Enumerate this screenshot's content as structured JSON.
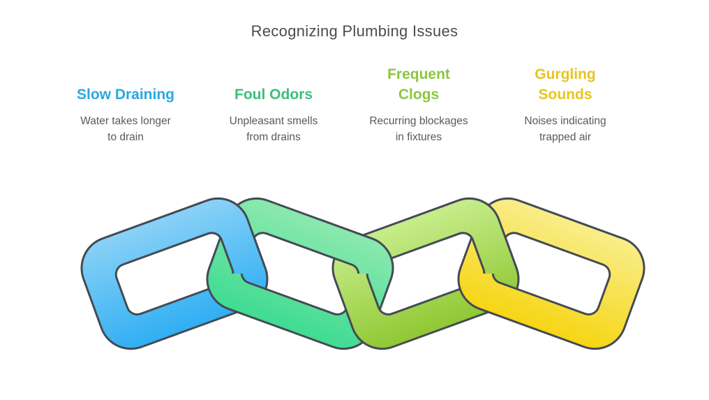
{
  "title": "Recognizing Plumbing Issues",
  "title_color": "#4c4c4c",
  "description_color": "#58595b",
  "items": [
    {
      "heading_line1": "Slow Draining",
      "heading_line2": "",
      "heading_color": "#2AA8E0",
      "desc_line1": "Water takes longer",
      "desc_line2": "to drain"
    },
    {
      "heading_line1": "Foul Odors",
      "heading_line2": "",
      "heading_color": "#3DBE7D",
      "desc_line1": "Unpleasant smells",
      "desc_line2": "from drains"
    },
    {
      "heading_line1": "Frequent",
      "heading_line2": "Clogs",
      "heading_color": "#8CC63F",
      "desc_line1": "Recurring blockages",
      "desc_line2": "in fixtures"
    },
    {
      "heading_line1": "Gurgling",
      "heading_line2": "Sounds",
      "heading_color": "#E6C51F",
      "desc_line1": "Noises indicating",
      "desc_line2": "trapped air"
    }
  ],
  "chain": {
    "outline_color": "#444B54",
    "links": [
      {
        "name": "slow-draining-link",
        "color_light": "#8BD2F7",
        "color_dark": "#2EAEF3"
      },
      {
        "name": "foul-odors-link",
        "color_light": "#8DE9AF",
        "color_dark": "#3EDB92"
      },
      {
        "name": "frequent-clogs-link",
        "color_light": "#C8EE8D",
        "color_dark": "#8FC732"
      },
      {
        "name": "gurgling-sounds-link",
        "color_light": "#F9EE8C",
        "color_dark": "#F6D511"
      }
    ]
  }
}
